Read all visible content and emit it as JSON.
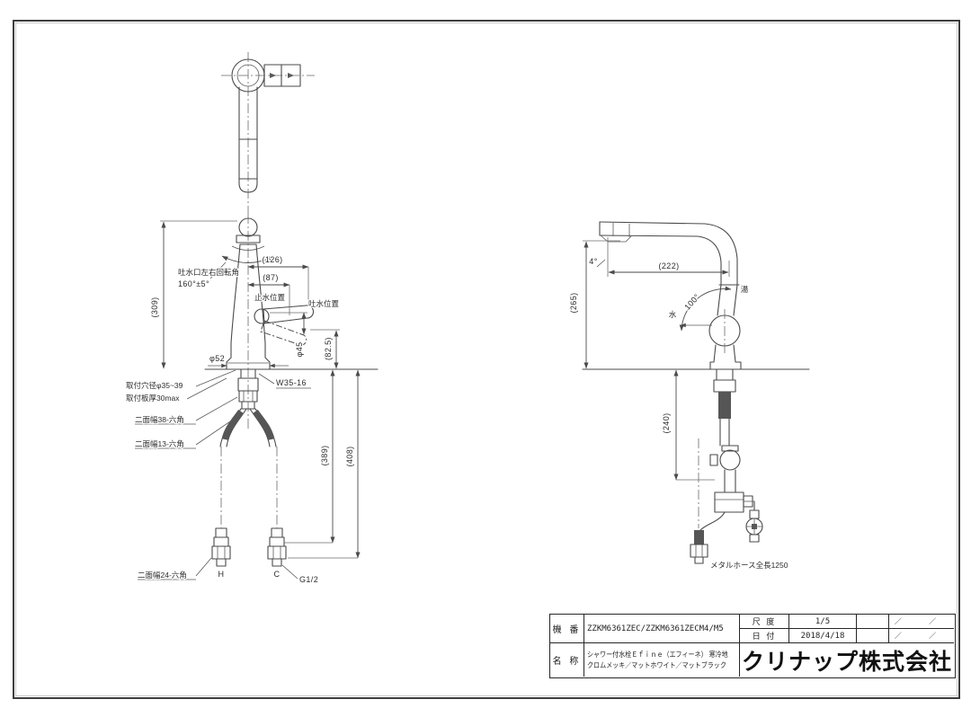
{
  "colors": {
    "paper": "#ffffff",
    "ink": "#3d3d3d"
  },
  "front_view": {
    "rotation_note_line1": "吐水口左右回転角",
    "rotation_note_line2": "160°±5°",
    "dim_126": "(126)",
    "dim_87": "(87)",
    "label_stop": "止水位置",
    "label_discharge": "吐水位置",
    "dim_309": "(309)",
    "dim_phi45": "φ45",
    "dim_825": "(82.5)",
    "dim_phi52": "φ52",
    "label_w35": "W35-16",
    "label_hole": "取付穴径φ35~39",
    "label_thickness": "取付板厚30max",
    "label_hex38": "二面幅38-六角",
    "label_hex13": "二面幅13-六角",
    "label_hex24": "二面幅24-六角",
    "label_hot": "H",
    "label_cold": "C",
    "label_g12": "G1/2",
    "dim_389": "(389)",
    "dim_408": "(408)"
  },
  "side_view": {
    "angle_4": "4°",
    "dim_222": "(222)",
    "dim_265": "(265)",
    "angle_100": "100°",
    "label_cold": "水",
    "label_hot": "湯",
    "dim_240": "(240)",
    "label_hose": "メタルホース全長1250"
  },
  "title_block": {
    "model_label": "機 番",
    "model_value": "ZZKM6361ZEC/ZZKM6361ZECM4/M5",
    "scale_label": "尺 度",
    "scale_value": "1/5",
    "date_label": "日 付",
    "date_value": "2018/4/18",
    "slash_row1": "／ ／",
    "slash_row2": "／ ／",
    "name_label": "名 称",
    "name_line1": "シャワー付水栓Ｅｆｉｎｅ（エフィーネ） 寒冷地",
    "name_line2": "クロムメッキ／マットホワイト／マットブラック",
    "company": "クリナップ株式会社"
  }
}
